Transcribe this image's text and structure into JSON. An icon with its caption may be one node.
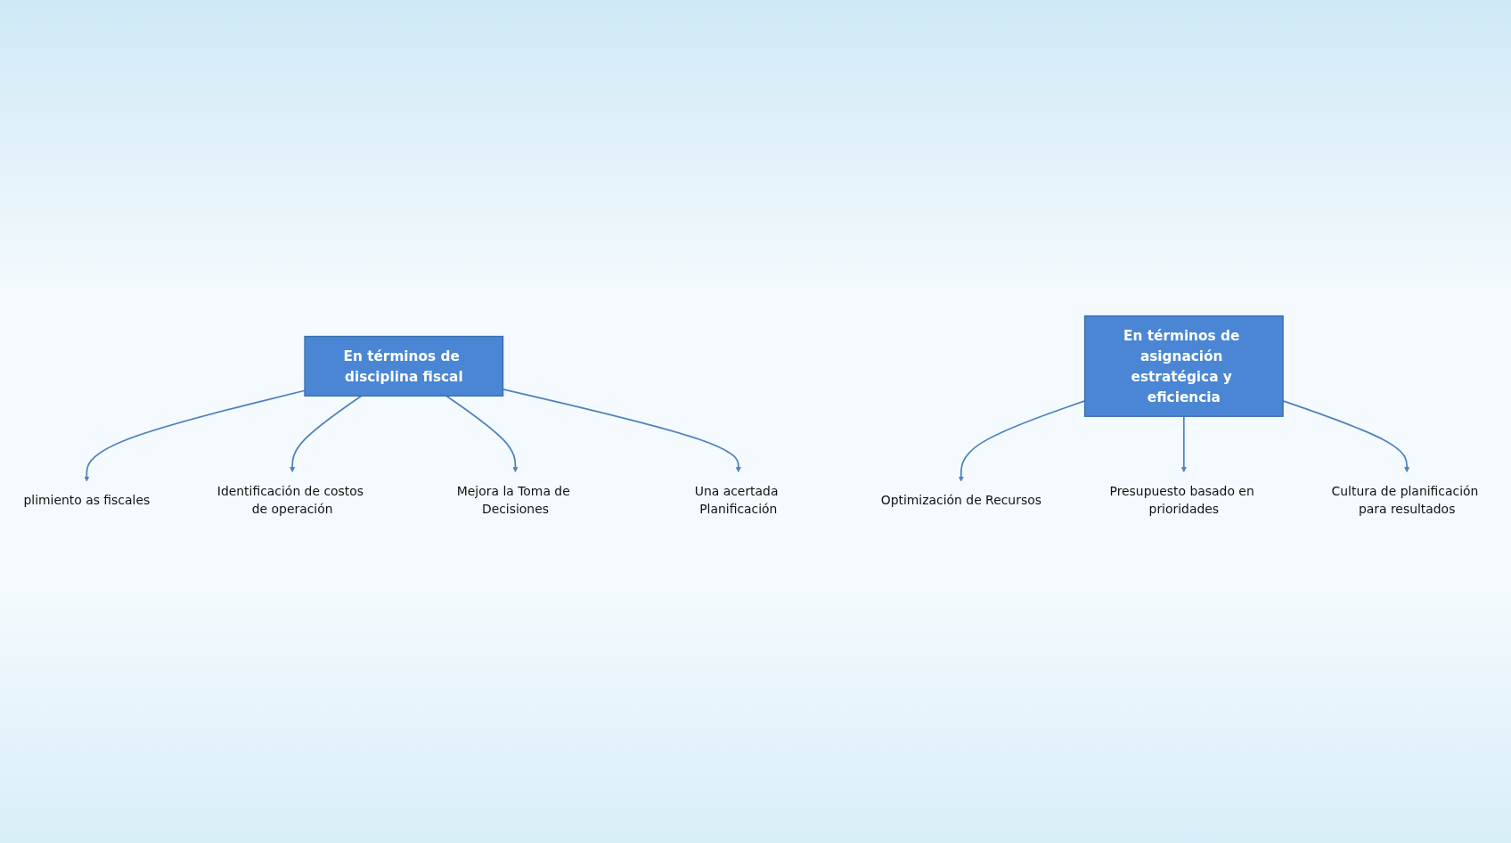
{
  "diagram": {
    "nodes": [
      {
        "text": [
          "En términos de disciplina fiscal"
        ]
      },
      {
        "text": [
          "En términos de asignación estratégica y eficiencia"
        ]
      },
      {
        "text": [
          "plimiento as fiscales"
        ]
      },
      {
        "text": [
          "Identificación de costos de operación"
        ]
      },
      {
        "text": [
          "Mejora la Toma de Decisiones"
        ]
      },
      {
        "text": [
          "Una acertada Planificación"
        ]
      },
      {
        "text": [
          "Optimización de Recursos"
        ]
      },
      {
        "text": [
          "Presupuesto basado en prioridades"
        ]
      },
      {
        "text": [
          "Cultura de planificación para resultados"
        ]
      }
    ],
    "edges": [
      {
        "from": 0,
        "to": 2,
        "arrow": "to"
      },
      {
        "from": 0,
        "to": 3,
        "arrow": "to"
      },
      {
        "from": 0,
        "to": 4,
        "arrow": "to"
      },
      {
        "from": 0,
        "to": 5,
        "arrow": "to"
      },
      {
        "from": 1,
        "to": 6,
        "arrow": "to"
      },
      {
        "from": 1,
        "to": 7,
        "arrow": "to"
      },
      {
        "from": 1,
        "to": 8,
        "arrow": "to"
      }
    ]
  }
}
